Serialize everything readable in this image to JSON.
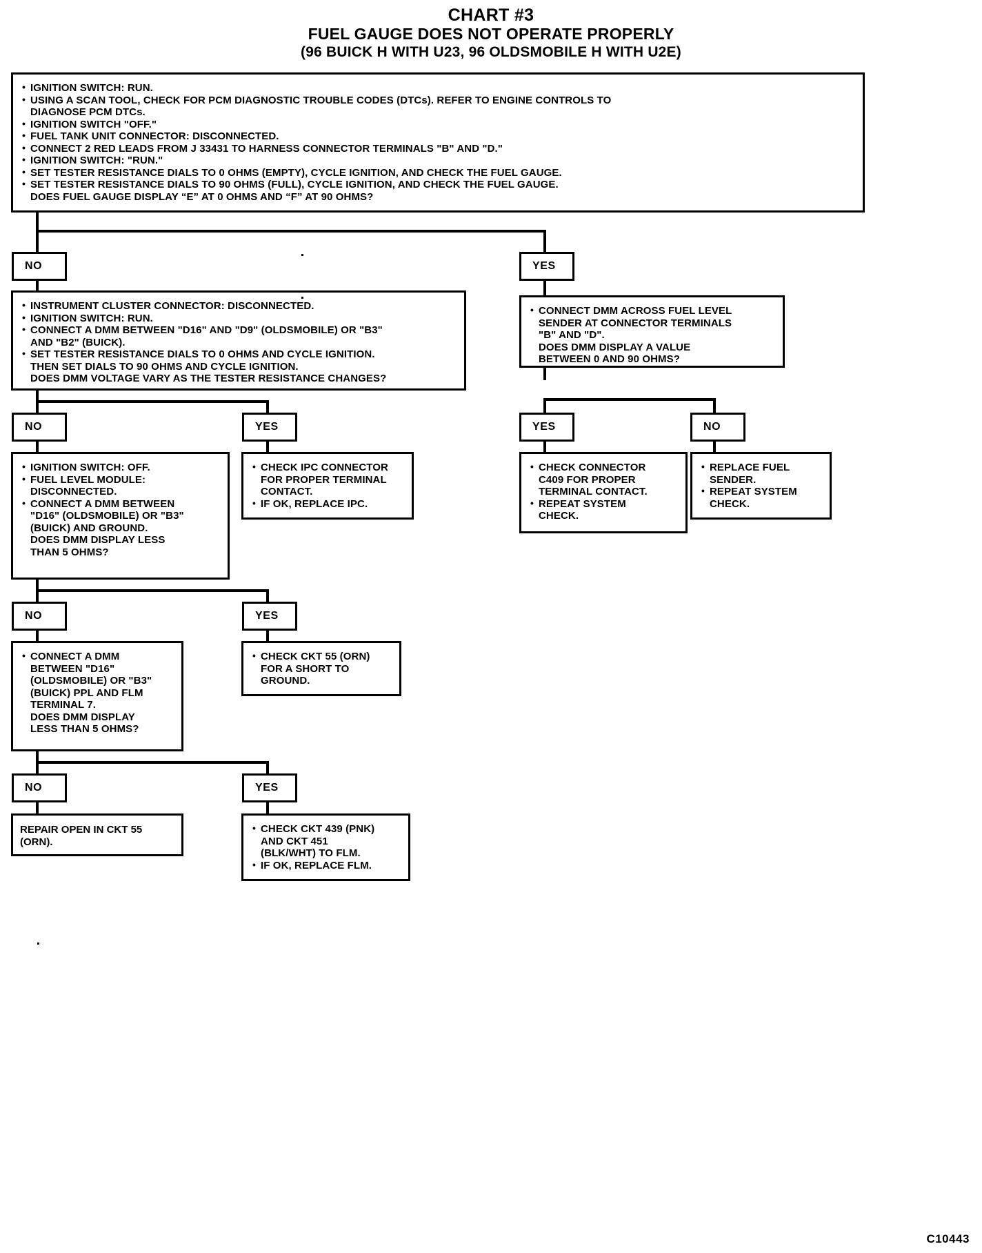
{
  "title": {
    "chart_number": "CHART #3",
    "subtitle": "FUEL GAUGE DOES NOT OPERATE PROPERLY",
    "applicability": "(96 BUICK H WITH U23, 96 OLDSMOBILE H WITH U2E)"
  },
  "doc_id": "C10443",
  "labels": {
    "yes": "YES",
    "no": "NO"
  },
  "boxes": {
    "start": {
      "lines": [
        "IGNITION SWITCH: RUN.",
        "USING A SCAN TOOL, CHECK FOR PCM DIAGNOSTIC TROUBLE CODES (DTCs). REFER TO ENGINE CONTROLS TO\nDIAGNOSE PCM DTCs.",
        "IGNITION SWITCH \"OFF.\"",
        "FUEL TANK UNIT CONNECTOR: DISCONNECTED.",
        "CONNECT 2 RED LEADS FROM J 33431 TO HARNESS CONNECTOR TERMINALS \"B\" AND \"D.\"",
        "IGNITION SWITCH: \"RUN.\"",
        "SET TESTER RESISTANCE DIALS TO 0 OHMS (EMPTY), CYCLE IGNITION, AND CHECK THE FUEL GAUGE.",
        "SET TESTER RESISTANCE DIALS TO 90 OHMS (FULL), CYCLE IGNITION, AND CHECK THE FUEL GAUGE."
      ],
      "question": "DOES FUEL GAUGE DISPLAY “E” AT 0 OHMS AND “F” AT 90 OHMS?"
    },
    "ipc_check": {
      "lines": [
        "INSTRUMENT CLUSTER CONNECTOR: DISCONNECTED.",
        "IGNITION SWITCH: RUN.",
        "CONNECT A DMM BETWEEN \"D16\" AND \"D9\" (OLDSMOBILE) OR \"B3\"\nAND \"B2\" (BUICK).",
        "SET TESTER RESISTANCE DIALS TO 0 OHMS AND CYCLE IGNITION.\nTHEN SET DIALS TO 90 OHMS AND CYCLE IGNITION."
      ],
      "question": "DOES DMM VOLTAGE VARY AS THE TESTER RESISTANCE CHANGES?"
    },
    "sender_check": {
      "lines": [
        "CONNECT DMM ACROSS FUEL LEVEL\nSENDER AT CONNECTOR TERMINALS\n\"B\" AND \"D\"."
      ],
      "question": "DOES DMM DISPLAY A VALUE\nBETWEEN 0 AND 90 OHMS?"
    },
    "ground_check": {
      "lines": [
        "IGNITION SWITCH: OFF.",
        "FUEL LEVEL MODULE:\nDISCONNECTED.",
        "CONNECT A DMM BETWEEN\n\"D16\" (OLDSMOBILE) OR \"B3\"\n(BUICK) AND GROUND."
      ],
      "question": "DOES DMM DISPLAY LESS\nTHAN 5 OHMS?"
    },
    "ipc_connector": {
      "lines": [
        "CHECK IPC CONNECTOR\nFOR PROPER TERMINAL\nCONTACT.",
        "IF OK, REPLACE IPC."
      ]
    },
    "c409_check": {
      "lines": [
        "CHECK CONNECTOR\nC409 FOR PROPER\nTERMINAL CONTACT.",
        "REPEAT SYSTEM\nCHECK."
      ]
    },
    "replace_sender": {
      "lines": [
        "REPLACE FUEL\nSENDER.",
        "REPEAT SYSTEM\nCHECK."
      ]
    },
    "flm_check": {
      "lines": [
        "CONNECT A DMM\nBETWEEN \"D16\"\n(OLDSMOBILE) OR \"B3\"\n(BUICK) PPL AND FLM\nTERMINAL 7."
      ],
      "question": "DOES DMM DISPLAY\nLESS THAN 5 OHMS?"
    },
    "short_to_ground": {
      "lines": [
        "CHECK CKT 55 (ORN)\nFOR A SHORT TO\nGROUND."
      ]
    },
    "repair_open": {
      "text": "REPAIR OPEN IN CKT 55\n(ORN)."
    },
    "check_ckt439": {
      "lines": [
        "CHECK CKT 439 (PNK)\nAND CKT 451\n(BLK/WHT) TO FLM.",
        "IF OK, REPLACE FLM."
      ]
    }
  }
}
